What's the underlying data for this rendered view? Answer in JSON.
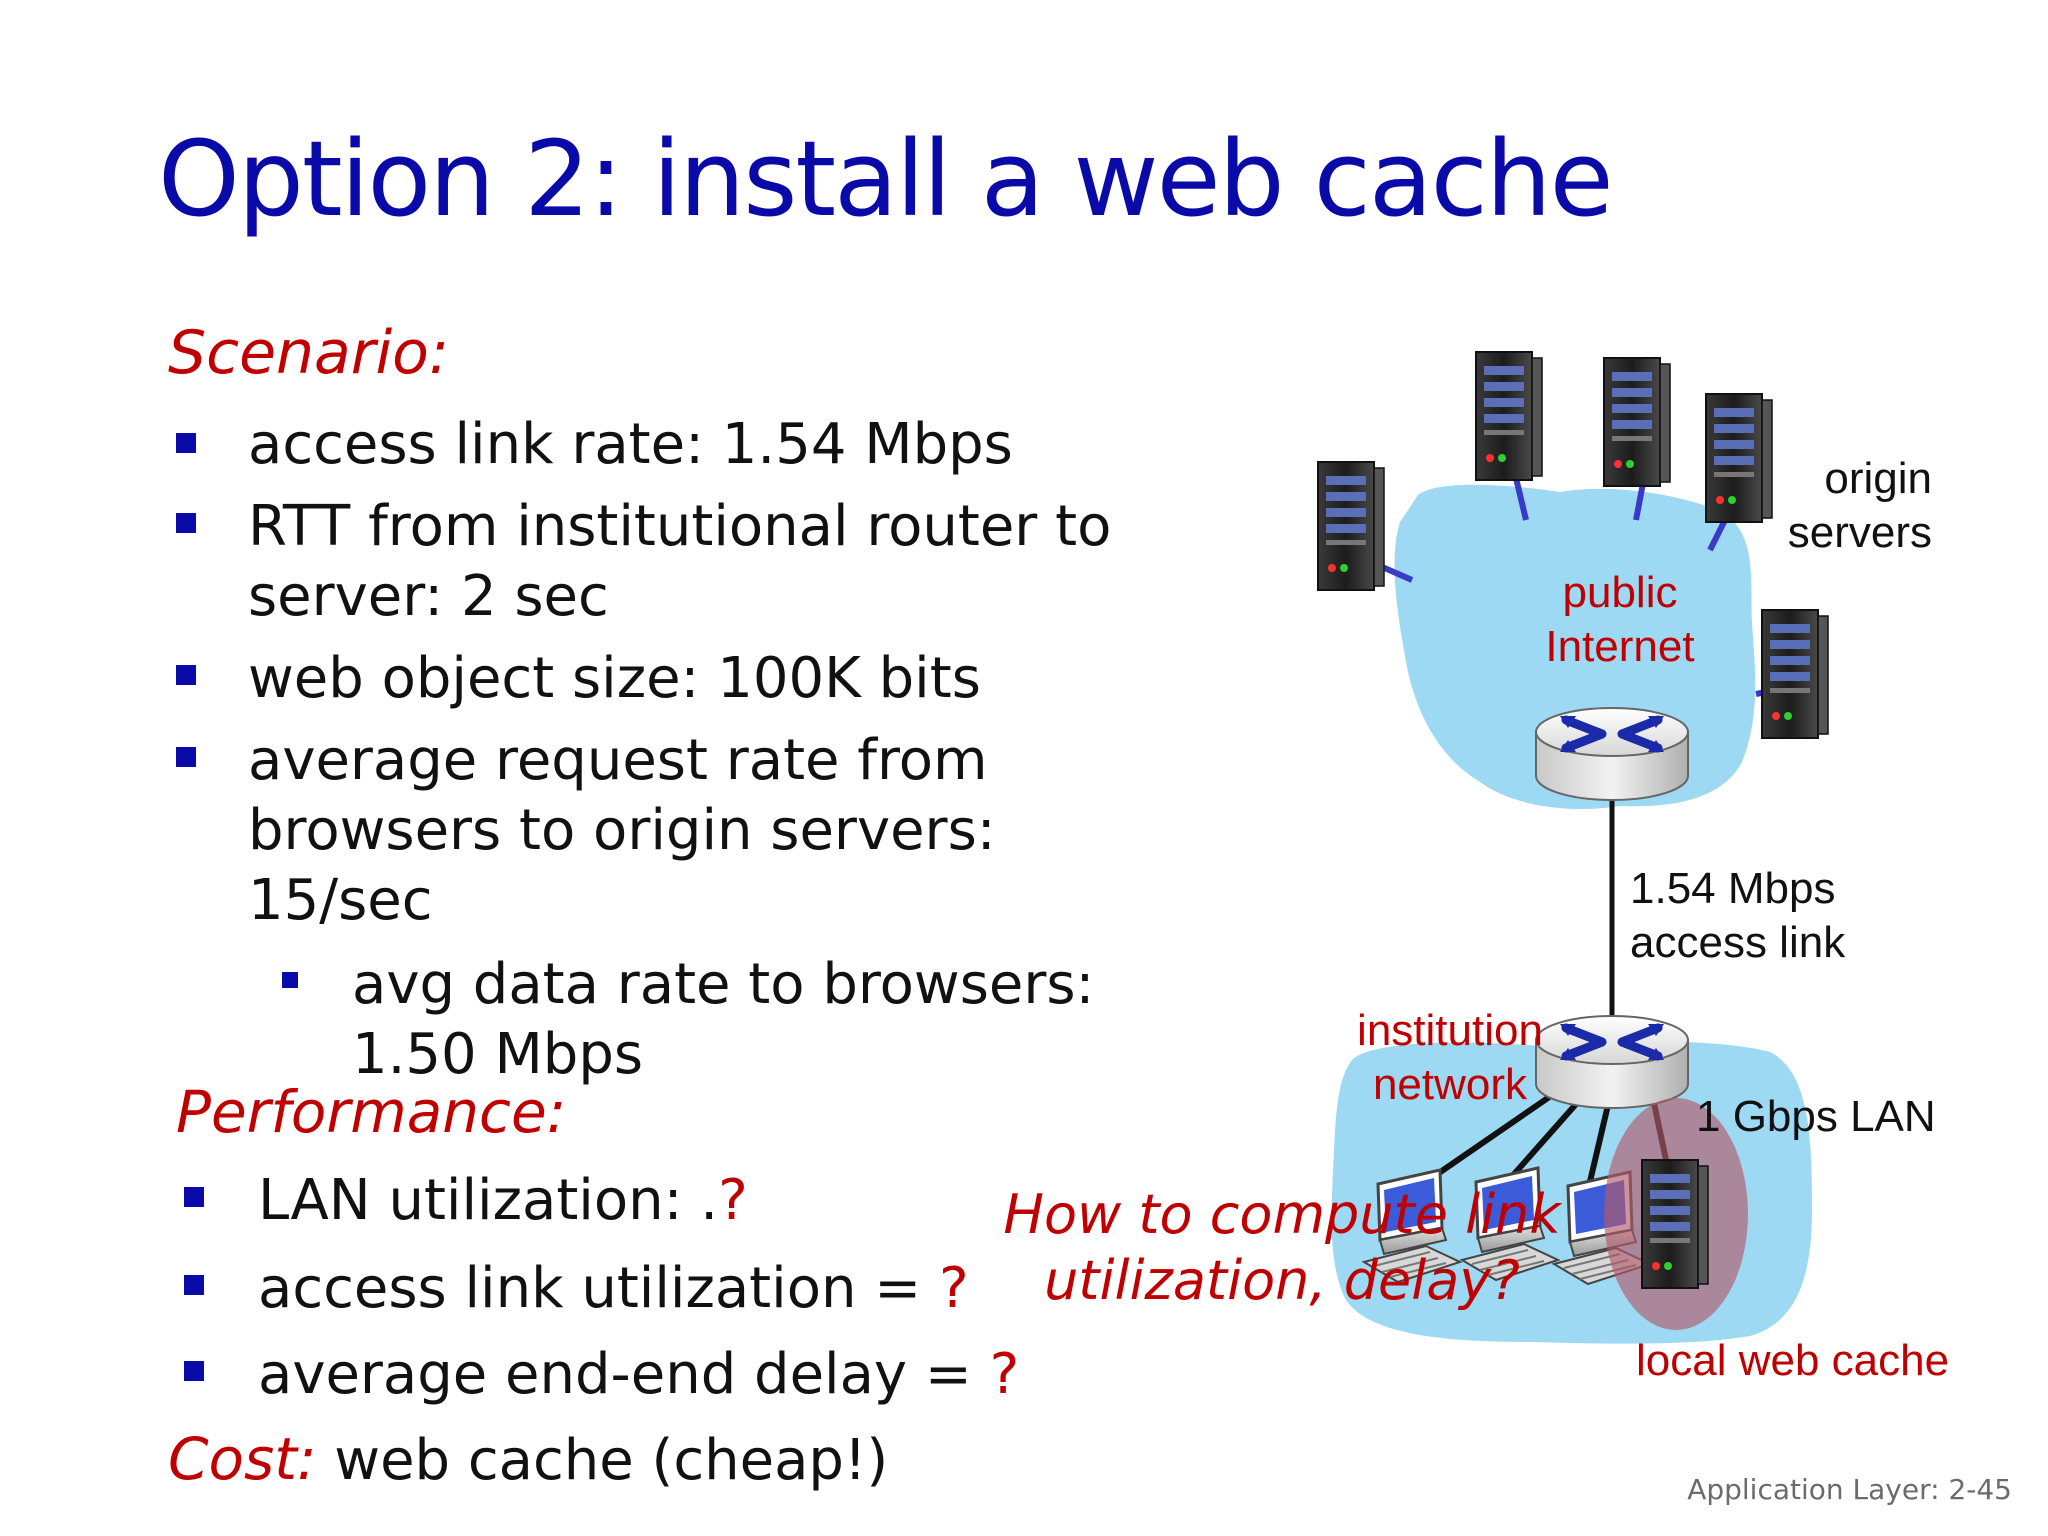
{
  "title": "Option 2: install a web cache",
  "scenario": {
    "heading": "Scenario:",
    "bullets": [
      {
        "lines": [
          "access link rate: 1.54 Mbps"
        ]
      },
      {
        "lines": [
          "RTT from institutional router to",
          "server: 2 sec"
        ]
      },
      {
        "lines": [
          "web object size: 100K bits"
        ]
      },
      {
        "lines": [
          "average request rate from",
          "browsers to origin servers:",
          "15/sec"
        ]
      }
    ],
    "sub_bullet": {
      "lines": [
        "avg data rate to browsers:",
        "1.50 Mbps"
      ]
    }
  },
  "performance": {
    "heading": "Performance:",
    "items": [
      {
        "label": "LAN utilization: .",
        "value": "?"
      },
      {
        "label": "access link utilization = ",
        "value": "?"
      },
      {
        "label": "average end-end delay  = ",
        "value": "?"
      }
    ]
  },
  "cost": {
    "label": "Cost:",
    "text": " web cache (cheap!)"
  },
  "diagram": {
    "origin_servers_label": [
      "origin",
      "servers"
    ],
    "public_internet_label": [
      "public",
      "Internet"
    ],
    "access_link_label": [
      "1.54 Mbps",
      "access link"
    ],
    "institutional_network_label": [
      "institution",
      "network"
    ],
    "lan_label": "1 Gbps LAN",
    "local_cache_label": "local web cache",
    "question": [
      "How to compute link",
      "utilization, delay?"
    ],
    "colors": {
      "cloud": "#9dd9f3",
      "link_blue": "#3a3ac8",
      "cache_highlight": "#b05a6a"
    }
  },
  "footer": "Application Layer: 2-45"
}
